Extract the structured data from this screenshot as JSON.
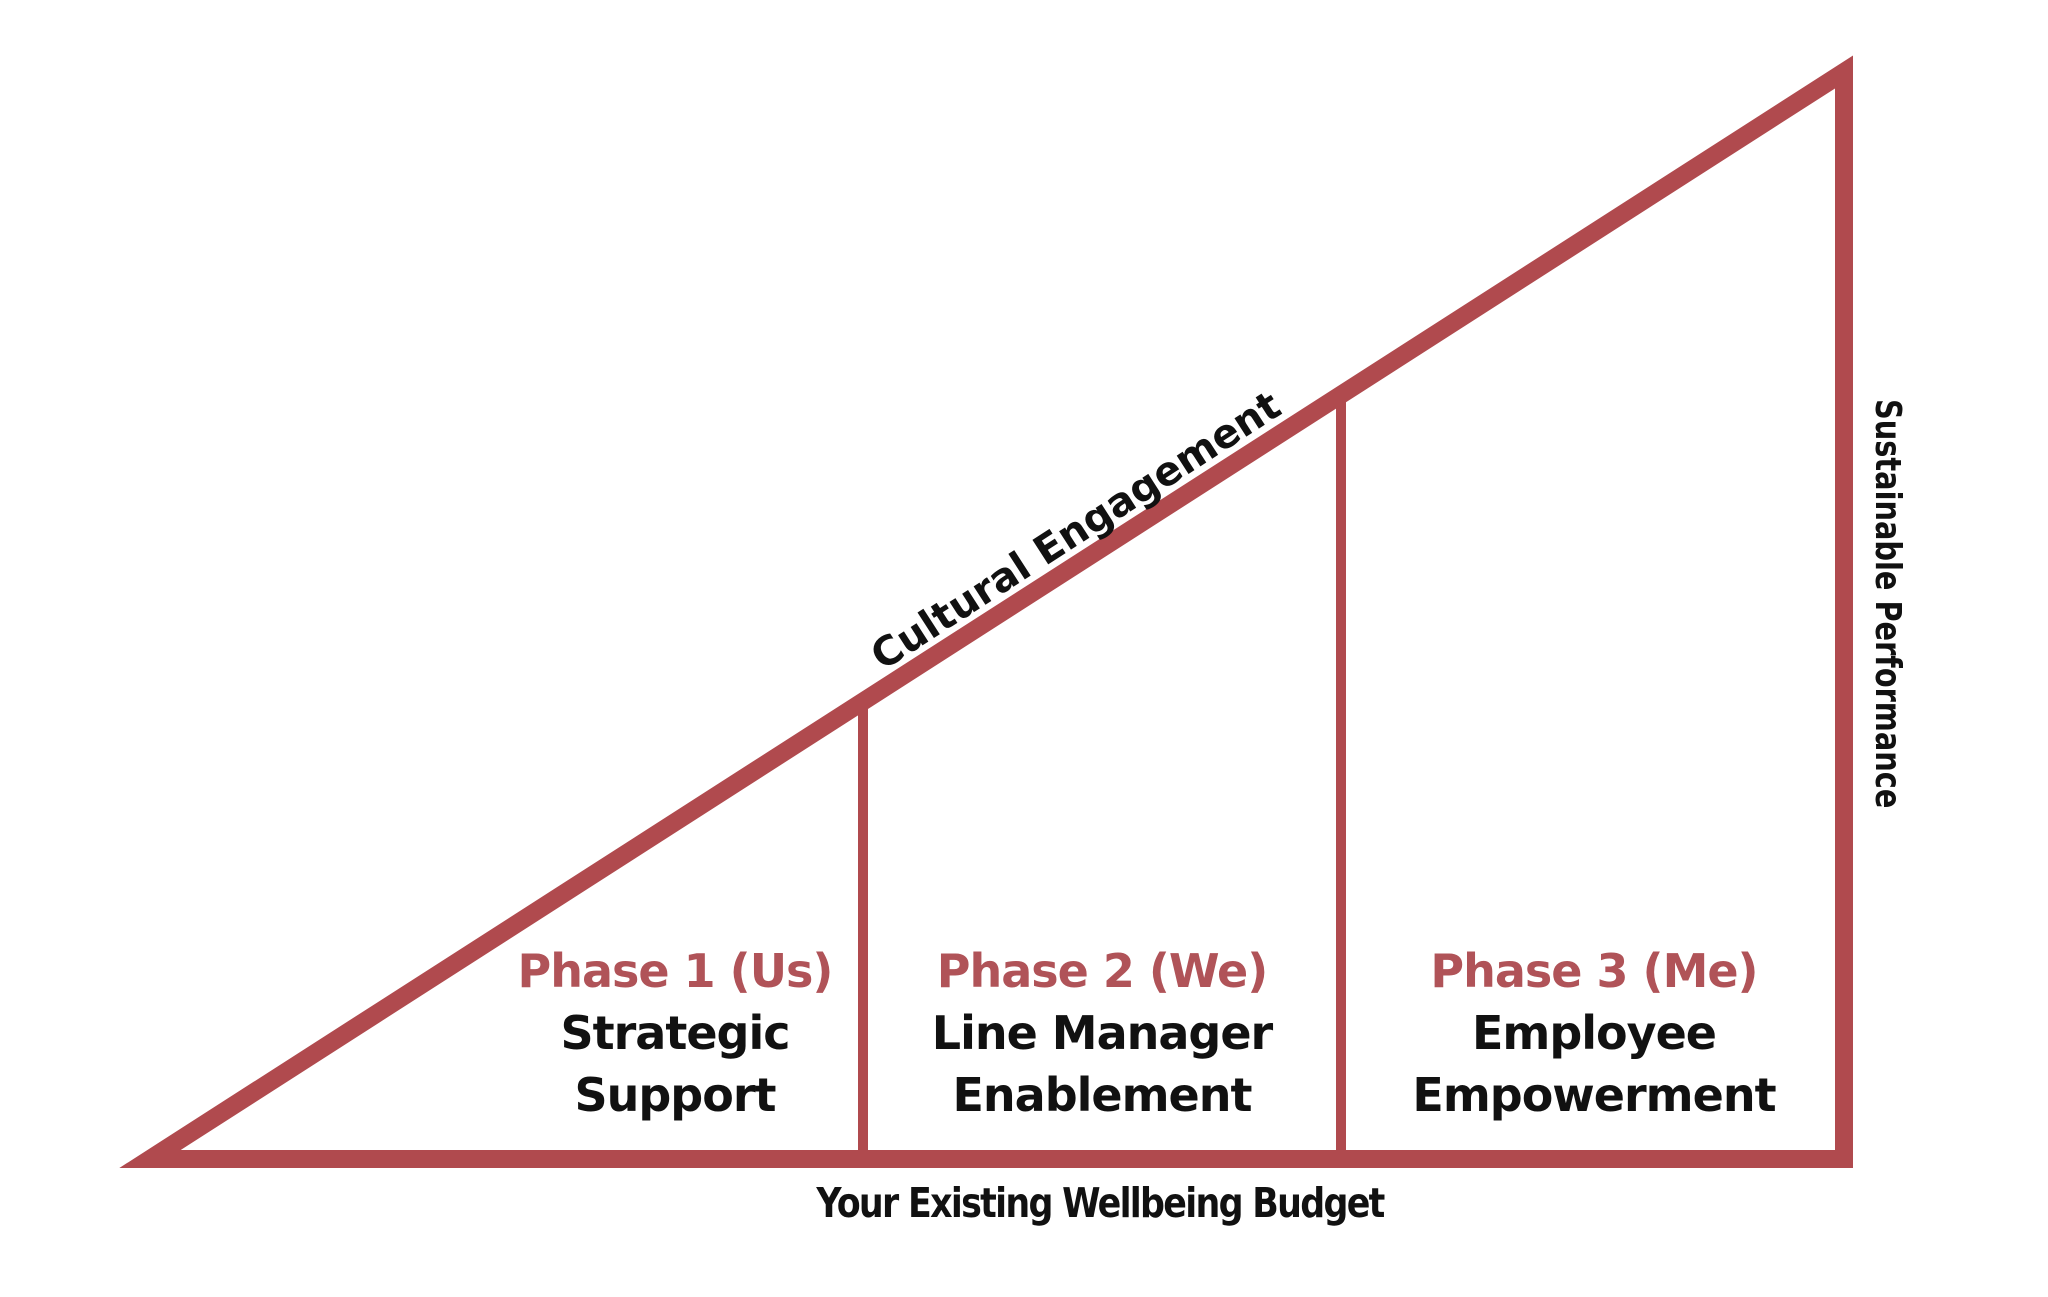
{
  "colors": {
    "accent": "#b04a4e",
    "accent_text": "#b05358",
    "ink": "#111111",
    "background": "#ffffff"
  },
  "diagram": {
    "hypotenuse_label": "Cultural Engagement",
    "right_axis_label": "Sustainable Performance",
    "bottom_axis_label": "Your Existing Wellbeing Budget",
    "phases": [
      {
        "title": "Phase 1 (Us)",
        "line1": "Strategic",
        "line2": "Support"
      },
      {
        "title": "Phase 2 (We)",
        "line1": "Line Manager",
        "line2": "Enablement"
      },
      {
        "title": "Phase 3 (Me)",
        "line1": "Employee",
        "line2": "Empowerment"
      }
    ]
  }
}
